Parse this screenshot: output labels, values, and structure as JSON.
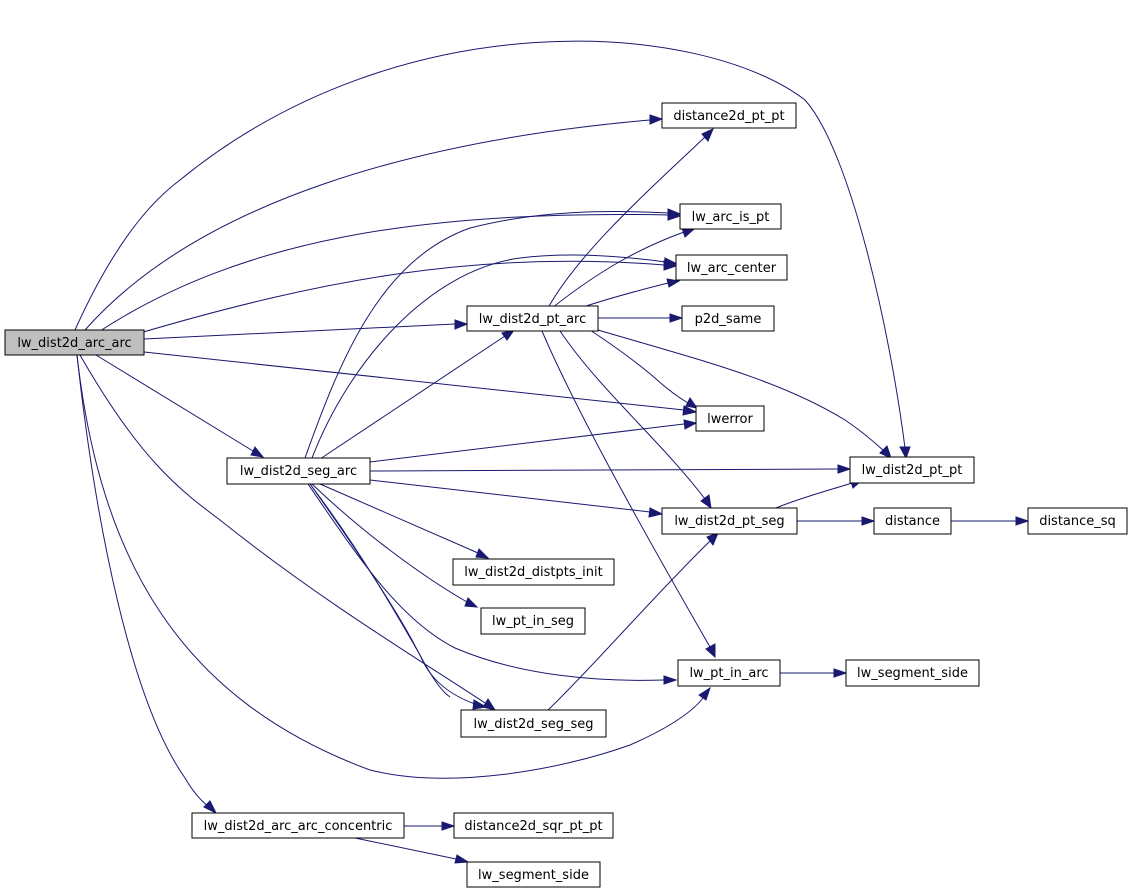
{
  "graph": {
    "root": "lw_dist2d_arc_arc",
    "nodes": {
      "arc_arc": "lw_dist2d_arc_arc",
      "d2d_pt_pt": "distance2d_pt_pt",
      "arc_is_pt": "lw_arc_is_pt",
      "arc_center": "lw_arc_center",
      "pt_arc": "lw_dist2d_pt_arc",
      "p2d_same": "p2d_same",
      "lwerror": "lwerror",
      "seg_arc": "lw_dist2d_seg_arc",
      "pt_pt": "lw_dist2d_pt_pt",
      "pt_seg": "lw_dist2d_pt_seg",
      "distance": "distance",
      "distance_sq": "distance_sq",
      "distpts_init": "lw_dist2d_distpts_init",
      "pt_in_seg": "lw_pt_in_seg",
      "pt_in_arc": "lw_pt_in_arc",
      "segment_side_a": "lw_segment_side",
      "seg_seg": "lw_dist2d_seg_seg",
      "concentric": "lw_dist2d_arc_arc_concentric",
      "d2d_sqr": "distance2d_sqr_pt_pt",
      "segment_side_b": "lw_segment_side"
    },
    "edges": [
      [
        "arc_arc",
        "pt_pt"
      ],
      [
        "arc_arc",
        "d2d_pt_pt"
      ],
      [
        "arc_arc",
        "arc_is_pt"
      ],
      [
        "arc_arc",
        "arc_center"
      ],
      [
        "arc_arc",
        "pt_arc"
      ],
      [
        "arc_arc",
        "lwerror"
      ],
      [
        "arc_arc",
        "seg_arc"
      ],
      [
        "arc_arc",
        "seg_seg"
      ],
      [
        "arc_arc",
        "pt_in_arc"
      ],
      [
        "arc_arc",
        "concentric"
      ],
      [
        "pt_arc",
        "d2d_pt_pt"
      ],
      [
        "pt_arc",
        "arc_is_pt"
      ],
      [
        "pt_arc",
        "arc_center"
      ],
      [
        "pt_arc",
        "p2d_same"
      ],
      [
        "pt_arc",
        "lwerror"
      ],
      [
        "pt_arc",
        "pt_pt"
      ],
      [
        "pt_arc",
        "pt_seg"
      ],
      [
        "pt_arc",
        "pt_in_arc"
      ],
      [
        "seg_arc",
        "arc_is_pt"
      ],
      [
        "seg_arc",
        "arc_center"
      ],
      [
        "seg_arc",
        "pt_arc"
      ],
      [
        "seg_arc",
        "lwerror"
      ],
      [
        "seg_arc",
        "pt_pt"
      ],
      [
        "seg_arc",
        "pt_seg"
      ],
      [
        "seg_arc",
        "distpts_init"
      ],
      [
        "seg_arc",
        "pt_in_seg"
      ],
      [
        "seg_arc",
        "pt_in_arc"
      ],
      [
        "seg_arc",
        "seg_seg"
      ],
      [
        "pt_seg",
        "pt_pt"
      ],
      [
        "pt_seg",
        "distance"
      ],
      [
        "distance",
        "distance_sq"
      ],
      [
        "pt_in_arc",
        "segment_side_a"
      ],
      [
        "seg_seg",
        "pt_seg"
      ],
      [
        "concentric",
        "d2d_sqr"
      ],
      [
        "concentric",
        "segment_side_b"
      ]
    ]
  }
}
